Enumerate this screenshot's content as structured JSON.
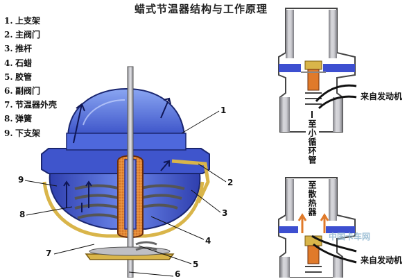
{
  "title": "蜡式节温器结构与工作原理",
  "legend": [
    {
      "num": "1.",
      "label": "上支架"
    },
    {
      "num": "2.",
      "label": "主阀门"
    },
    {
      "num": "3.",
      "label": "推杆"
    },
    {
      "num": "4.",
      "label": "石蜡"
    },
    {
      "num": "5.",
      "label": "胶管"
    },
    {
      "num": "6.",
      "label": "副阀门"
    },
    {
      "num": "7.",
      "label": "节温器外壳"
    },
    {
      "num": "8.",
      "label": "弹簧"
    },
    {
      "num": "9.",
      "label": "下支架"
    }
  ],
  "callouts": [
    "1",
    "2",
    "3",
    "4",
    "5",
    "6",
    "7",
    "8",
    "9"
  ],
  "top_view": {
    "from_engine": "来自发动机",
    "to_small_circulation": "至小循环管"
  },
  "bottom_view": {
    "to_radiator": "至散热器",
    "from_engine": "来自发动机"
  },
  "watermark": "中国卡车网",
  "colors": {
    "housing_blue": "#3d4fd0",
    "dome_blue": "#4a6ee0",
    "wax_orange": "#e07a2a",
    "brass": "#d8b04a",
    "gray_metal": "#b9b9bd",
    "water_blue": "#5a6fd8"
  }
}
